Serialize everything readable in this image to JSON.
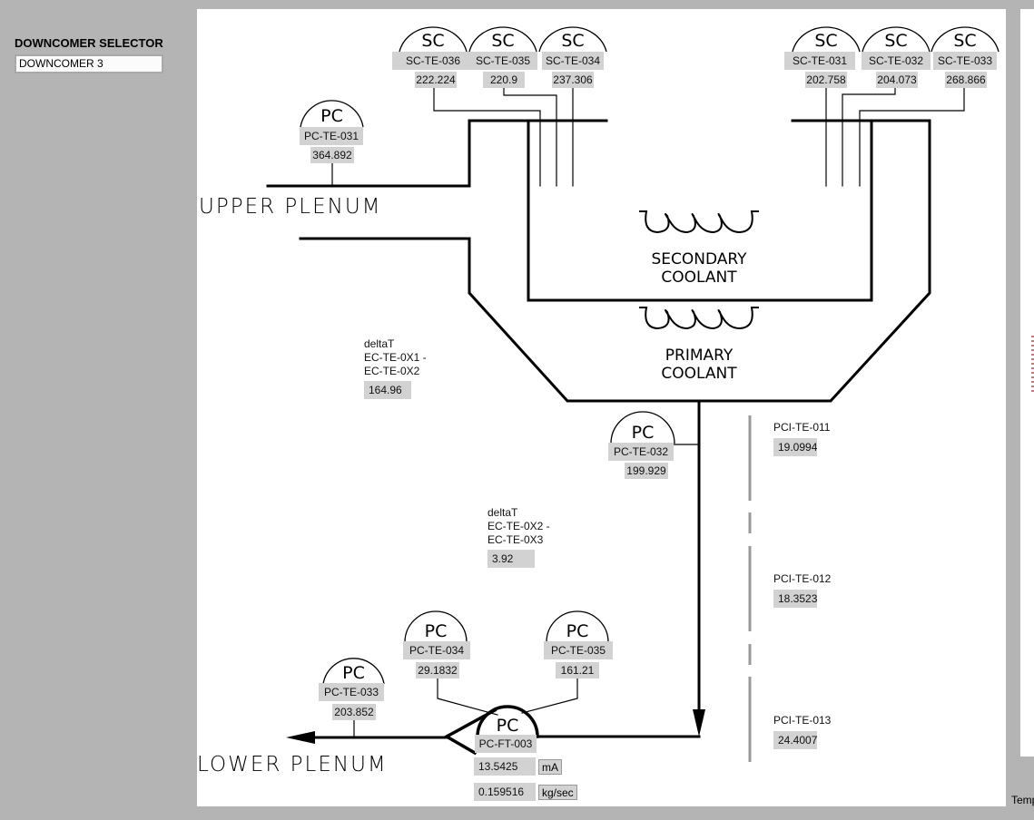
{
  "selector": {
    "label": "DOWNCOMER SELECTOR",
    "value": "DOWNCOMER 3"
  },
  "labels": {
    "upper_plenum": "UPPER PLENUM",
    "lower_plenum": "LOWER PLENUM",
    "secondary_coolant": "SECONDARY\nCOOLANT",
    "primary_coolant": "PRIMARY\nCOOLANT",
    "temp_cut": "Temp"
  },
  "sc_sensors": [
    {
      "group": "SC",
      "tag": "SC-TE-036",
      "value": "222.224"
    },
    {
      "group": "SC",
      "tag": "SC-TE-035",
      "value": "220.9"
    },
    {
      "group": "SC",
      "tag": "SC-TE-034",
      "value": "237.306"
    },
    {
      "group": "SC",
      "tag": "SC-TE-031",
      "value": "202.758"
    },
    {
      "group": "SC",
      "tag": "SC-TE-032",
      "value": "204.073"
    },
    {
      "group": "SC",
      "tag": "SC-TE-033",
      "value": "268.866"
    }
  ],
  "pc_sensors": [
    {
      "group": "PC",
      "tag": "PC-TE-031",
      "value": "364.892"
    },
    {
      "group": "PC",
      "tag": "PC-TE-032",
      "value": "199.929"
    },
    {
      "group": "PC",
      "tag": "PC-TE-033",
      "value": "203.852"
    },
    {
      "group": "PC",
      "tag": "PC-TE-034",
      "value": "29.1832"
    },
    {
      "group": "PC",
      "tag": "PC-TE-035",
      "value": "161.21"
    }
  ],
  "flow_meter": {
    "group": "PC",
    "tag": "PC-FT-003",
    "current_value": "13.5425",
    "current_unit": "mA",
    "flow_value": "0.159516",
    "flow_unit": "kg/sec"
  },
  "delta_t": [
    {
      "label": "deltaT\nEC-TE-0X1 -\nEC-TE-0X2",
      "value": "164.96"
    },
    {
      "label": "deltaT\nEC-TE-0X2 -\nEC-TE-0X3",
      "value": "3.92"
    }
  ],
  "pci_sensors": [
    {
      "tag": "PCI-TE-011",
      "value": "19.0994"
    },
    {
      "tag": "PCI-TE-012",
      "value": "18.3523"
    },
    {
      "tag": "PCI-TE-013",
      "value": "24.4007"
    }
  ]
}
